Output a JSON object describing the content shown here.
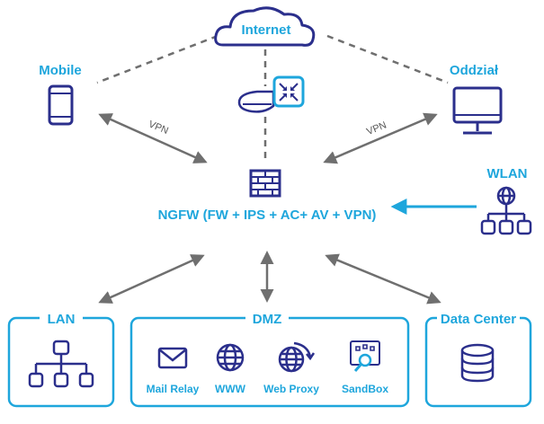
{
  "colors": {
    "navy": "#2b2f8c",
    "cyan": "#1ea6dc",
    "gray": "#7a7a7a",
    "dark_gray": "#555555"
  },
  "nodes": {
    "internet": {
      "label": "Internet",
      "icon": "cloud-icon"
    },
    "mobile": {
      "label": "Mobile",
      "icon": "smartphone-icon"
    },
    "branch": {
      "label": "Oddział",
      "icon": "monitor-icon"
    },
    "wlan": {
      "label": "WLAN",
      "icon": "wlan-network-icon"
    },
    "router": {
      "icon": "router-icon"
    },
    "firewall": {
      "label": "NGFW (FW + IPS + AC+ AV + VPN)",
      "icon": "firewall-icon"
    }
  },
  "links": {
    "vpn_left": "VPN",
    "vpn_right": "VPN"
  },
  "zones": {
    "lan": {
      "label": "LAN",
      "icon": "network-hierarchy-icon"
    },
    "dmz": {
      "label": "DMZ",
      "items": [
        {
          "label": "Mail Relay",
          "icon": "envelope-icon"
        },
        {
          "label": "WWW",
          "icon": "globe-icon"
        },
        {
          "label": "Web Proxy",
          "icon": "globe-arrows-icon"
        },
        {
          "label": "SandBox",
          "icon": "sandbox-search-icon"
        }
      ]
    },
    "datacenter": {
      "label": "Data Center",
      "icon": "database-icon"
    }
  }
}
